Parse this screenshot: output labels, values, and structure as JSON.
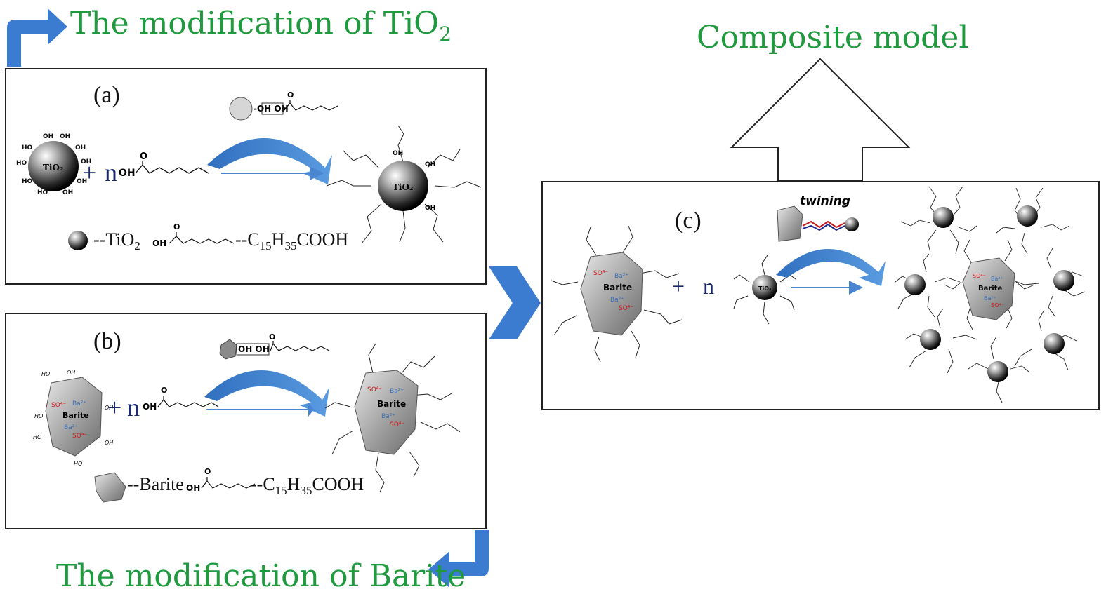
{
  "headings": {
    "tio2_title": "The modification of TiO",
    "tio2_sub": "2",
    "composite_title": "Composite model",
    "barite_title": "The modification of Barite"
  },
  "panel_a": {
    "label": "(a)",
    "particle": "TiO",
    "particle_sub": "2",
    "oh": "OH",
    "ho": "HO",
    "plus": "+",
    "n": "n",
    "oh_acid": "OH",
    "carbonyl_o": "O",
    "oh_pair": "-OH OH",
    "legend_ti": "--TiO",
    "legend_ti_sub": "2",
    "legend_acid_prefix": "--C",
    "legend_acid_sub1": "15",
    "legend_acid_mid": "H",
    "legend_acid_sub2": "35",
    "legend_acid_suffix": "COOH"
  },
  "panel_b": {
    "label": "(b)",
    "mineral": "Barite",
    "so4": "SO⁴⁻",
    "ba": "Ba²⁺",
    "plus": "+",
    "n": "n",
    "oh_acid": "OH",
    "carbonyl_o": "O",
    "oh_pair": "OH OH",
    "legend_barite": "--Barite",
    "legend_acid_prefix": "--C",
    "legend_acid_sub1": "15",
    "legend_acid_mid": "H",
    "legend_acid_sub2": "35",
    "legend_acid_suffix": "COOH"
  },
  "panel_c": {
    "label": "(c)",
    "twining": "twining",
    "mineral": "Barite",
    "so4": "SO⁴⁻",
    "ba": "Ba²⁺",
    "plus": "+",
    "n": "n",
    "particle": "TiO₂"
  },
  "colors": {
    "heading_green": "#1f9a3e",
    "arrow_blue": "#3b7bd0",
    "so4_red": "#d01818",
    "ba_blue": "#3a6fb8",
    "text_navy": "#1a2a6e"
  }
}
